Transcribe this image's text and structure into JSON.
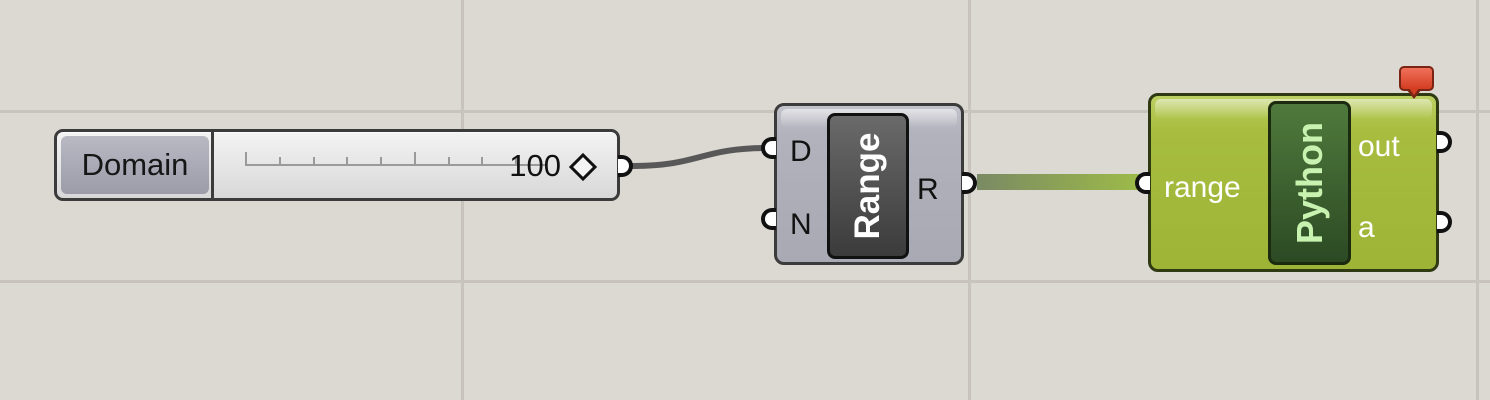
{
  "canvas": {
    "background_color": "#dcd9d3",
    "grid_color": "#c8c4bd"
  },
  "wires": {
    "slider_to_range_color": "#585858",
    "range_to_python_colors": [
      "#7a8a64",
      "#9dbb48"
    ]
  },
  "number_slider": {
    "label": "Domain",
    "value": "100",
    "grip_icon": "diamond-grip-icon"
  },
  "range_component": {
    "name": "Range",
    "inputs": [
      "D",
      "N"
    ],
    "outputs": [
      "R"
    ],
    "color": "#adadb7"
  },
  "python_component": {
    "name": "Python",
    "inputs": [
      "range"
    ],
    "outputs": [
      "out",
      "a"
    ],
    "color": "#a6bb3e",
    "message_flag": {
      "icon": "message-balloon-icon",
      "color": "#e0503a"
    }
  }
}
